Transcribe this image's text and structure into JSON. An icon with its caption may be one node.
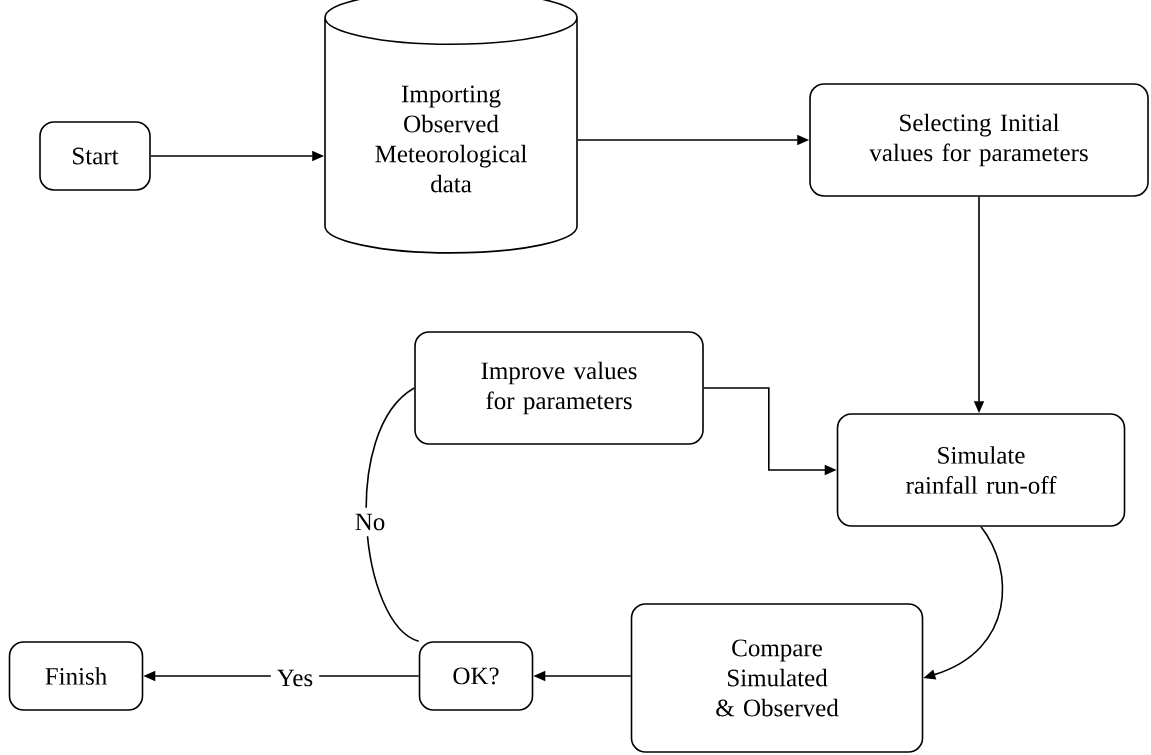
{
  "diagram": {
    "nodes": [
      {
        "text": [
          "Start"
        ]
      },
      {
        "text": [
          "Importing Observed Meteorological data"
        ]
      },
      {
        "text": [
          "Selecting Initial values for parameters"
        ]
      },
      {
        "text": [
          "Improve values for parameters"
        ]
      },
      {
        "text": [
          "Simulate rainfall run-off"
        ]
      },
      {
        "text": [
          "Compare Simulated & Observed"
        ]
      },
      {
        "text": [
          "OK?"
        ]
      },
      {
        "text": [
          "Finish"
        ]
      }
    ],
    "edges": [
      {
        "from": 0,
        "to": 1,
        "arrow": "to"
      },
      {
        "from": 1,
        "to": 2,
        "arrow": "to"
      },
      {
        "from": 2,
        "to": 4,
        "arrow": "to"
      },
      {
        "from": 3,
        "to": 4,
        "arrow": "to"
      },
      {
        "from": 4,
        "to": 5,
        "arrow": "to"
      },
      {
        "from": 5,
        "to": 6,
        "arrow": "to"
      },
      {
        "from": 6,
        "to": 7,
        "label": "Yes",
        "arrow": "to"
      },
      {
        "from": 6,
        "to": 3,
        "label": "No",
        "arrow": "none"
      }
    ]
  }
}
